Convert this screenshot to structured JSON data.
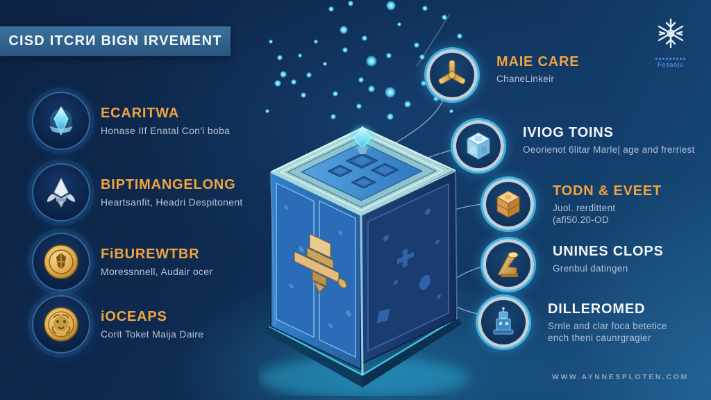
{
  "header": {
    "title": "CISD ITCRИ BIGN IRVEMENT"
  },
  "logo": {
    "icon": "snowflake-emblem-icon",
    "caption": "Fesaoju"
  },
  "left_items": [
    {
      "icon": "crystal-gem-icon",
      "title": "ECARITWA",
      "subtitle": "Honase IIf Enatal Con'i boba"
    },
    {
      "icon": "winged-diamond-icon",
      "title": "BIPTIMANGELONG",
      "subtitle": "Heartsanfit, Headri Despitonent"
    },
    {
      "icon": "gold-coin-emblem-icon",
      "title": "FiBUREWTBR",
      "subtitle": "Moressnnell, Audair ocer"
    },
    {
      "icon": "gold-coin-lion-icon",
      "title": "iOCEAPS",
      "subtitle": "Corit Toket Maija Daire"
    }
  ],
  "right_items": [
    {
      "icon": "gold-triskelion-icon",
      "title": "MAIE CARE",
      "subtitle": "ChaneLinkeir"
    },
    {
      "icon": "blue-cube-icon",
      "title": "IVIOG TOINS",
      "subtitle": "Oeorienot 6litar Marle| age and frerriest"
    },
    {
      "icon": "orange-crate-icon",
      "title": "TODN & EVEET",
      "subtitle": "Juol. rerdittent\n(afi50.20-OD"
    },
    {
      "icon": "gold-horn-icon",
      "title": "UNINES CLOPS",
      "subtitle": "Grenbul datingen"
    },
    {
      "icon": "blue-machine-icon",
      "title": "DILLEROMED",
      "subtitle": "Srnle and clar foca betetice\nench theni caunrgragier"
    }
  ],
  "footer": {
    "website": "WWW.AYNNESPLOTEN.COM"
  },
  "colors": {
    "accent_orange": "#f0a441",
    "title_white": "#f2f5f9",
    "subtitle_gray": "#b6c3d6",
    "glow_cyan": "#3cc8ee",
    "banner_blue": "#31628f",
    "background_navy": "#0e2a50"
  }
}
